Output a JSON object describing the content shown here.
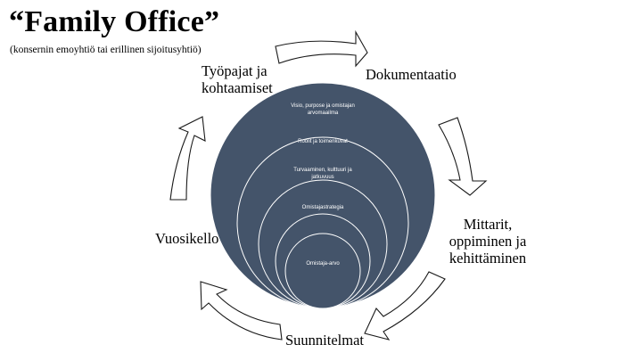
{
  "title": "“Family Office”",
  "subtitle": "(konsernin emoyhtiö tai erillinen sijoitusyhtiö)",
  "cycle_labels": {
    "tyopajat": "Työpajat ja kohtaamiset",
    "dokumentaatio": "Dokumentaatio",
    "mittarit": "Mittarit, oppiminen ja kehittäminen",
    "suunnitelmat": "Suunnitelmat",
    "vuosikello": "Vuosikello"
  },
  "rings": {
    "r1_line1": "Visio, purpose ja omistajan",
    "r1_line2": "arvomaailma",
    "r2": "Roolit ja toimenkuvat",
    "r3_line1": "Turvaaminen, kulttuuri ja",
    "r3_line2": "jatkuvuus",
    "r4": "Omistajastrategia",
    "r5": "Omistaja-arvo"
  },
  "colors": {
    "circle_fill": "#44546a",
    "ring_stroke": "#ffffff",
    "arrow_stroke": "#1a1a1a",
    "arrow_fill": "#ffffff"
  }
}
